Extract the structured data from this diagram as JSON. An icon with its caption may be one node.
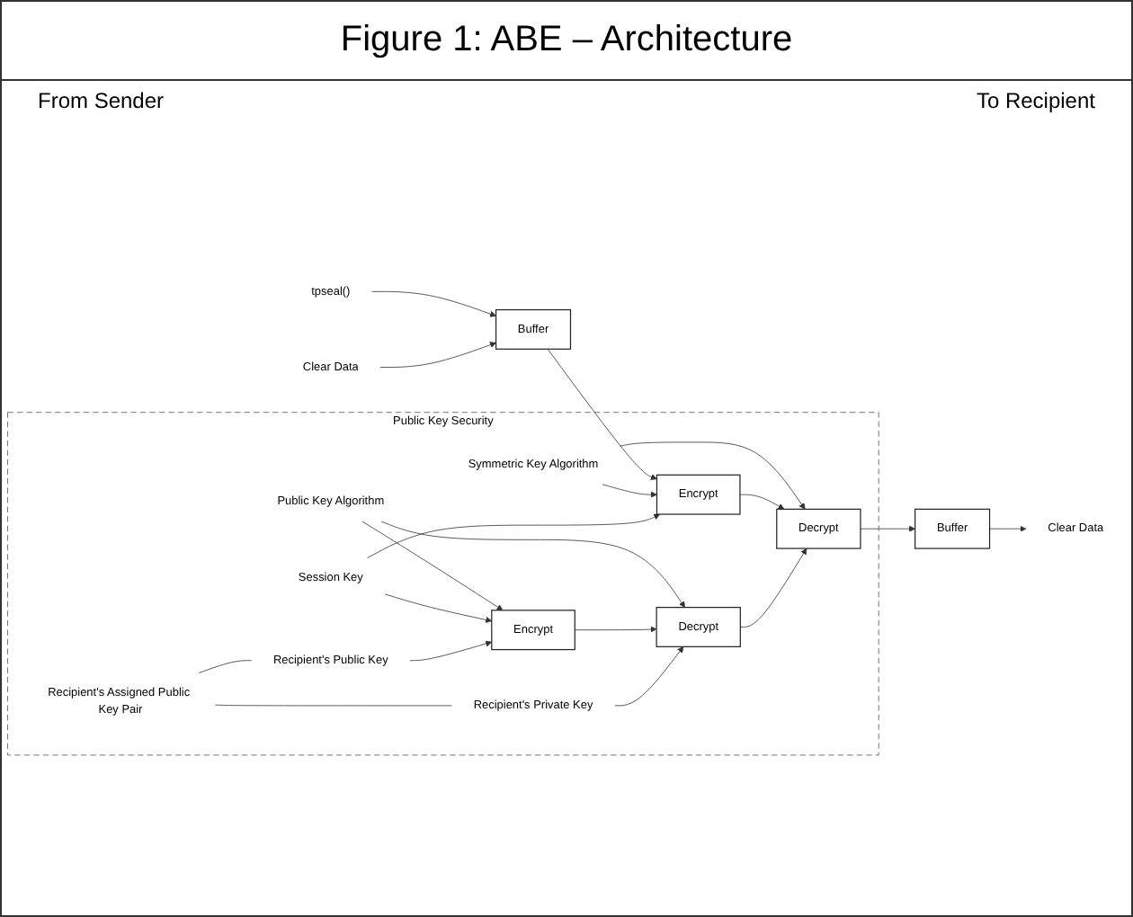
{
  "diagram": {
    "title": "Figure 1: ABE – Architecture",
    "nodes": [
      {
        "text": [
          "tpseal()"
        ]
      },
      {
        "text": [
          "Clear Data"
        ]
      },
      {
        "text": [
          "Buffer"
        ]
      },
      {
        "text": [
          "Buffer"
        ]
      },
      {
        "text": [
          "Clear Data"
        ]
      },
      {
        "text": [
          "Public Key Security"
        ]
      },
      {
        "text": [
          "Symmetric Key Algorithm"
        ],
        "in": 5
      },
      {
        "text": [
          "Public Key Algorithm"
        ],
        "in": 5
      },
      {
        "text": [
          "Encrypt"
        ],
        "in": 5
      },
      {
        "text": [
          "Decrypt"
        ],
        "in": 5
      },
      {
        "text": [
          "Encrypt"
        ],
        "in": 5
      },
      {
        "text": [
          "Decrypt"
        ],
        "in": 5
      },
      {
        "text": [
          "Session Key"
        ],
        "in": 5
      },
      {
        "text": [
          "Recipient's Public Key"
        ],
        "in": 5
      },
      {
        "text": [
          "Recipient's Private Key"
        ],
        "in": 5
      },
      {
        "text": [
          "Recipient's Assigned Public Key Pair"
        ],
        "in": 5
      }
    ],
    "edges": [
      {
        "from": 0,
        "to": 2,
        "arrow": "to"
      },
      {
        "from": 1,
        "to": 2,
        "arrow": "to"
      },
      {
        "from": 2,
        "to": 8,
        "arrow": "to"
      },
      {
        "from": 6,
        "to": 8,
        "arrow": "to"
      },
      {
        "from": 6,
        "to": 9,
        "arrow": "to"
      },
      {
        "from": 7,
        "to": 10,
        "arrow": "to"
      },
      {
        "from": 7,
        "to": 11,
        "arrow": "to"
      },
      {
        "from": 8,
        "to": 9,
        "arrow": "to"
      },
      {
        "from": 12,
        "to": 8,
        "arrow": "to"
      },
      {
        "from": 12,
        "to": 10,
        "arrow": "to"
      },
      {
        "from": 10,
        "to": 11,
        "arrow": "to"
      },
      {
        "from": 13,
        "to": 10,
        "arrow": "to"
      },
      {
        "from": 14,
        "to": 11,
        "arrow": "to"
      },
      {
        "from": 11,
        "to": 9,
        "arrow": "to"
      },
      {
        "from": 9,
        "to": 3,
        "arrow": "to"
      },
      {
        "from": 3,
        "to": 4,
        "arrow": "to"
      },
      {
        "from": 15,
        "to": 13,
        "arrow": "none"
      },
      {
        "from": 15,
        "to": 14,
        "arrow": "none"
      }
    ],
    "labels": [
      "From Sender",
      "To Recipient"
    ]
  }
}
